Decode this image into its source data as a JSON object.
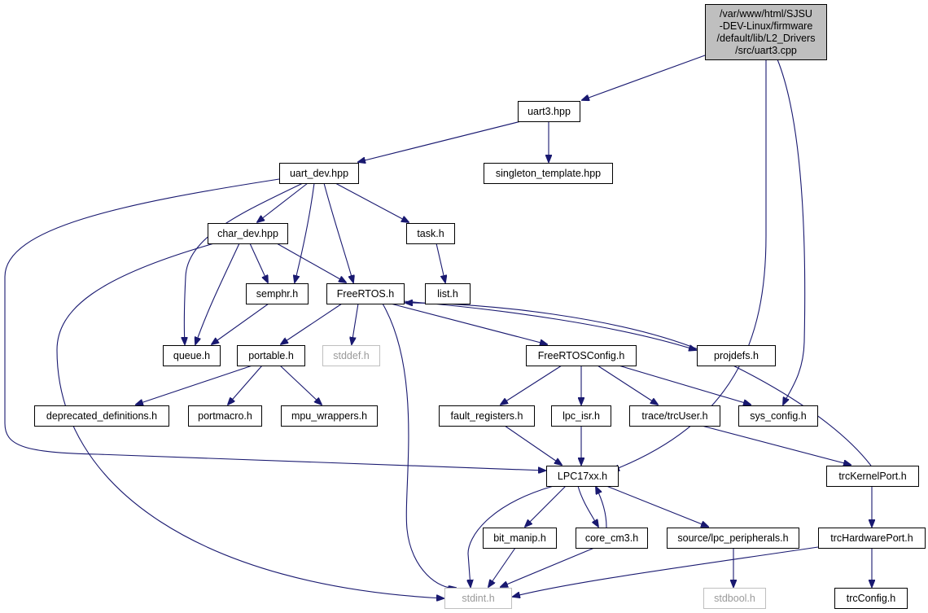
{
  "diagram": {
    "nodes": [
      {
        "id": "root",
        "label_lines": [
          "/var/www/html/SJSU",
          "-DEV-Linux/firmware",
          "/default/lib/L2_Drivers",
          "/src/uart3.cpp"
        ],
        "root": true
      },
      {
        "id": "uart3_hpp",
        "label_lines": [
          "uart3.hpp"
        ]
      },
      {
        "id": "uart_dev_hpp",
        "label_lines": [
          "uart_dev.hpp"
        ]
      },
      {
        "id": "singleton_template_hpp",
        "label_lines": [
          "singleton_template.hpp"
        ]
      },
      {
        "id": "char_dev_hpp",
        "label_lines": [
          "char_dev.hpp"
        ]
      },
      {
        "id": "task_h",
        "label_lines": [
          "task.h"
        ]
      },
      {
        "id": "semphr_h",
        "label_lines": [
          "semphr.h"
        ]
      },
      {
        "id": "freertos_h",
        "label_lines": [
          "FreeRTOS.h"
        ]
      },
      {
        "id": "list_h",
        "label_lines": [
          "list.h"
        ]
      },
      {
        "id": "queue_h",
        "label_lines": [
          "queue.h"
        ]
      },
      {
        "id": "portable_h",
        "label_lines": [
          "portable.h"
        ]
      },
      {
        "id": "stddef_h",
        "label_lines": [
          "stddef.h"
        ],
        "missing": true
      },
      {
        "id": "freertosconfig_h",
        "label_lines": [
          "FreeRTOSConfig.h"
        ]
      },
      {
        "id": "projdefs_h",
        "label_lines": [
          "projdefs.h"
        ]
      },
      {
        "id": "deprecated_definitions_h",
        "label_lines": [
          "deprecated_definitions.h"
        ]
      },
      {
        "id": "portmacro_h",
        "label_lines": [
          "portmacro.h"
        ]
      },
      {
        "id": "mpu_wrappers_h",
        "label_lines": [
          "mpu_wrappers.h"
        ]
      },
      {
        "id": "fault_registers_h",
        "label_lines": [
          "fault_registers.h"
        ]
      },
      {
        "id": "lpc_isr_h",
        "label_lines": [
          "lpc_isr.h"
        ]
      },
      {
        "id": "trcuser_h",
        "label_lines": [
          "trace/trcUser.h"
        ]
      },
      {
        "id": "sys_config_h",
        "label_lines": [
          "sys_config.h"
        ]
      },
      {
        "id": "lpc17xx_h",
        "label_lines": [
          "LPC17xx.h"
        ]
      },
      {
        "id": "trckernelport_h",
        "label_lines": [
          "trcKernelPort.h"
        ]
      },
      {
        "id": "bit_manip_h",
        "label_lines": [
          "bit_manip.h"
        ]
      },
      {
        "id": "core_cm3_h",
        "label_lines": [
          "core_cm3.h"
        ]
      },
      {
        "id": "lpc_peripherals_h",
        "label_lines": [
          "source/lpc_peripherals.h"
        ]
      },
      {
        "id": "trchardwareport_h",
        "label_lines": [
          "trcHardwarePort.h"
        ]
      },
      {
        "id": "stdint_h",
        "label_lines": [
          "stdint.h"
        ],
        "missing": true
      },
      {
        "id": "stdbool_h",
        "label_lines": [
          "stdbool.h"
        ],
        "missing": true
      },
      {
        "id": "trcconfig_h",
        "label_lines": [
          "trcConfig.h"
        ]
      }
    ],
    "edges": [
      {
        "from": "root",
        "to": "uart3_hpp"
      },
      {
        "from": "root",
        "to": "lpc17xx_h"
      },
      {
        "from": "root",
        "to": "sys_config_h"
      },
      {
        "from": "uart3_hpp",
        "to": "uart_dev_hpp"
      },
      {
        "from": "uart3_hpp",
        "to": "singleton_template_hpp"
      },
      {
        "from": "uart_dev_hpp",
        "to": "char_dev_hpp"
      },
      {
        "from": "uart_dev_hpp",
        "to": "semphr_h"
      },
      {
        "from": "uart_dev_hpp",
        "to": "freertos_h"
      },
      {
        "from": "uart_dev_hpp",
        "to": "task_h"
      },
      {
        "from": "uart_dev_hpp",
        "to": "queue_h"
      },
      {
        "from": "uart_dev_hpp",
        "to": "lpc17xx_h"
      },
      {
        "from": "char_dev_hpp",
        "to": "semphr_h"
      },
      {
        "from": "char_dev_hpp",
        "to": "freertos_h"
      },
      {
        "from": "char_dev_hpp",
        "to": "queue_h"
      },
      {
        "from": "char_dev_hpp",
        "to": "stdint_h"
      },
      {
        "from": "task_h",
        "to": "list_h"
      },
      {
        "from": "semphr_h",
        "to": "queue_h"
      },
      {
        "from": "freertos_h",
        "to": "portable_h"
      },
      {
        "from": "freertos_h",
        "to": "stddef_h"
      },
      {
        "from": "freertos_h",
        "to": "freertosconfig_h"
      },
      {
        "from": "freertos_h",
        "to": "projdefs_h"
      },
      {
        "from": "freertos_h",
        "to": "stdint_h"
      },
      {
        "from": "portable_h",
        "to": "deprecated_definitions_h"
      },
      {
        "from": "portable_h",
        "to": "portmacro_h"
      },
      {
        "from": "portable_h",
        "to": "mpu_wrappers_h"
      },
      {
        "from": "freertosconfig_h",
        "to": "fault_registers_h"
      },
      {
        "from": "freertosconfig_h",
        "to": "lpc_isr_h"
      },
      {
        "from": "freertosconfig_h",
        "to": "trcuser_h"
      },
      {
        "from": "freertosconfig_h",
        "to": "sys_config_h"
      },
      {
        "from": "fault_registers_h",
        "to": "lpc17xx_h"
      },
      {
        "from": "lpc_isr_h",
        "to": "lpc17xx_h"
      },
      {
        "from": "trcuser_h",
        "to": "trckernelport_h"
      },
      {
        "from": "trckernelport_h",
        "to": "freertos_h"
      },
      {
        "from": "trckernelport_h",
        "to": "trchardwareport_h"
      },
      {
        "from": "lpc17xx_h",
        "to": "bit_manip_h"
      },
      {
        "from": "lpc17xx_h",
        "to": "core_cm3_h"
      },
      {
        "from": "lpc17xx_h",
        "to": "lpc_peripherals_h"
      },
      {
        "from": "lpc17xx_h",
        "to": "stdint_h"
      },
      {
        "from": "core_cm3_h",
        "to": "lpc17xx_h"
      },
      {
        "from": "core_cm3_h",
        "to": "stdint_h"
      },
      {
        "from": "bit_manip_h",
        "to": "stdint_h"
      },
      {
        "from": "lpc_peripherals_h",
        "to": "stdbool_h"
      },
      {
        "from": "trchardwareport_h",
        "to": "stdint_h"
      },
      {
        "from": "trchardwareport_h",
        "to": "trcconfig_h"
      }
    ]
  }
}
